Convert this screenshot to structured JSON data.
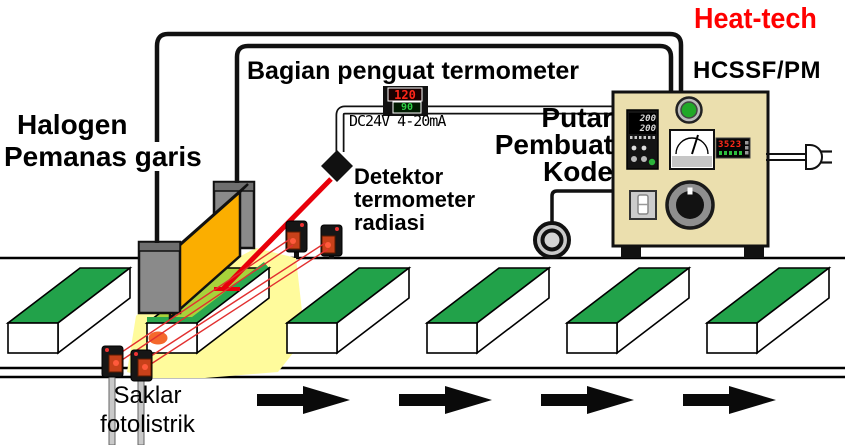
{
  "diagram": {
    "brand": "Heat-tech",
    "model": "HCSSF/PM",
    "labels": {
      "amplifier": "Bagian penguat termometer",
      "heater_line1": "Halogen",
      "heater_line2": "Pemanas garis",
      "signal_spec": "DC24V 4-20mA",
      "encoder_line1": "Putar",
      "encoder_line2": "Pembuat",
      "encoder_line3": "Kode",
      "detector_line1": "Detektor",
      "detector_line2": "termometer",
      "detector_line3": "radiasi",
      "photoswitch_line1": "Saklar",
      "photoswitch_line2": "fotolistrik"
    },
    "readouts": {
      "amplifier_display_top": "120",
      "amplifier_display_bottom": "90",
      "controller_row1": "200",
      "controller_row2": "200",
      "panel_meter": "3523"
    },
    "colors": {
      "brand_red": "#FF0000",
      "heater_orange": "#FBAE00",
      "workpiece_green": "#22A24A",
      "heated_top_green": "#A8D23A",
      "panel_beige": "#EBDFAE",
      "laser_red": "#E8000A",
      "glow_yellow": "#FFFB9C"
    }
  }
}
